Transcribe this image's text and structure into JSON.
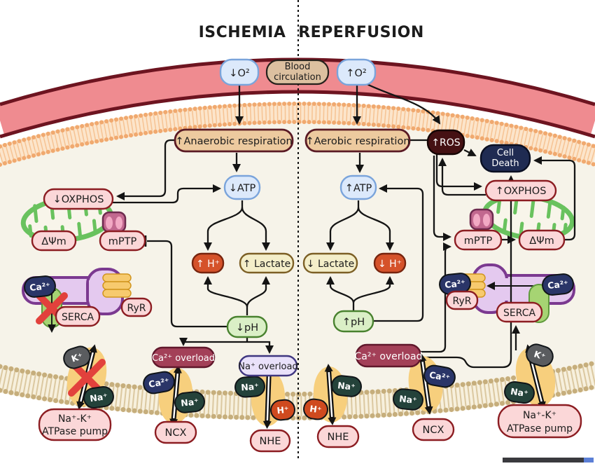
{
  "header": {
    "ischemia": "ISCHEMIA",
    "reperfusion": "REPERFUSION"
  },
  "top": {
    "o2_down": "↓O²",
    "blood_line1": "Blood",
    "blood_line2": "circulation",
    "o2_up": "↑O²"
  },
  "ischemia": {
    "anaerobic": "↑Anaerobic respiration",
    "atp": "↓ATP",
    "oxphos": "↓OXPHOS",
    "dpsim": "ΔΨm",
    "mptp": "mPTP",
    "h": "↑ H⁺",
    "lactate": "↑ Lactate",
    "ph": "↓pH",
    "ca_overload": "Ca²⁺ overload",
    "na_overload": "Na⁺ overload",
    "serca": "SERCA",
    "ryr": "RyR",
    "ncx": "NCX",
    "nhe": "NHE",
    "pump_line1": "Na⁺-K⁺",
    "pump_line2": "ATPase pump"
  },
  "reperfusion": {
    "aerobic": "↑Aerobic respiration",
    "atp": "↑ATP",
    "ros": "↑ROS",
    "cell_death_line1": "Cell",
    "cell_death_line2": "Death",
    "oxphos": "↑OXPHOS",
    "mptp": "mPTP",
    "dpsim": "ΔΨm",
    "lactate": "↓ Lactate",
    "h": "↓ H⁺",
    "ph": "↑pH",
    "ca_overload": "Ca²⁺ overload",
    "ryr": "RyR",
    "serca": "SERCA",
    "nhe": "NHE",
    "ncx": "NCX",
    "pump_line1": "Na⁺-K⁺",
    "pump_line2": "ATPase pump"
  },
  "ions": {
    "ca": "Ca²⁺",
    "na": "Na⁺",
    "k": "K⁺",
    "h": "H⁺"
  },
  "colors": {
    "vessel_band": "#ef8b90",
    "vessel_border": "#6d1420",
    "membrane_peach": "#fce5cb",
    "membrane_bead": "#f0a96f",
    "cytosol": "#f6f3e9",
    "membrane_tan": "#f7f0dd",
    "membrane_tan_bead": "#c6ae7c",
    "box_blue": "#dce9fb",
    "box_tan": "#edca9f",
    "box_pink": "#fbd7d8",
    "ros": "#451113",
    "cell_death": "#1f2b52",
    "h_box": "#d5522a",
    "lactate_box": "#f4eec9",
    "ph_box": "#daefc6",
    "ca_overload": "#a34058",
    "na_overload": "#e9e1fa",
    "ion_ca": "#2a3568",
    "ion_na": "#24423a",
    "ion_k": "#5a5c5f",
    "ion_h": "#cf4a1f",
    "sr": "#e4c9ef",
    "mito_green": "#69c25e",
    "channel_yellow": "#f7ca6e",
    "serca_green": "#a6d473",
    "transporter_yellow": "#f7cf7d",
    "mptp_pink": "#c2688f",
    "blocked_x": "#e2413c",
    "blood_box": "#dcc0a0",
    "arrow": "#141414",
    "scale_bar": "#3a3a3e",
    "scale_bar_tip": "#5b7fd6"
  }
}
